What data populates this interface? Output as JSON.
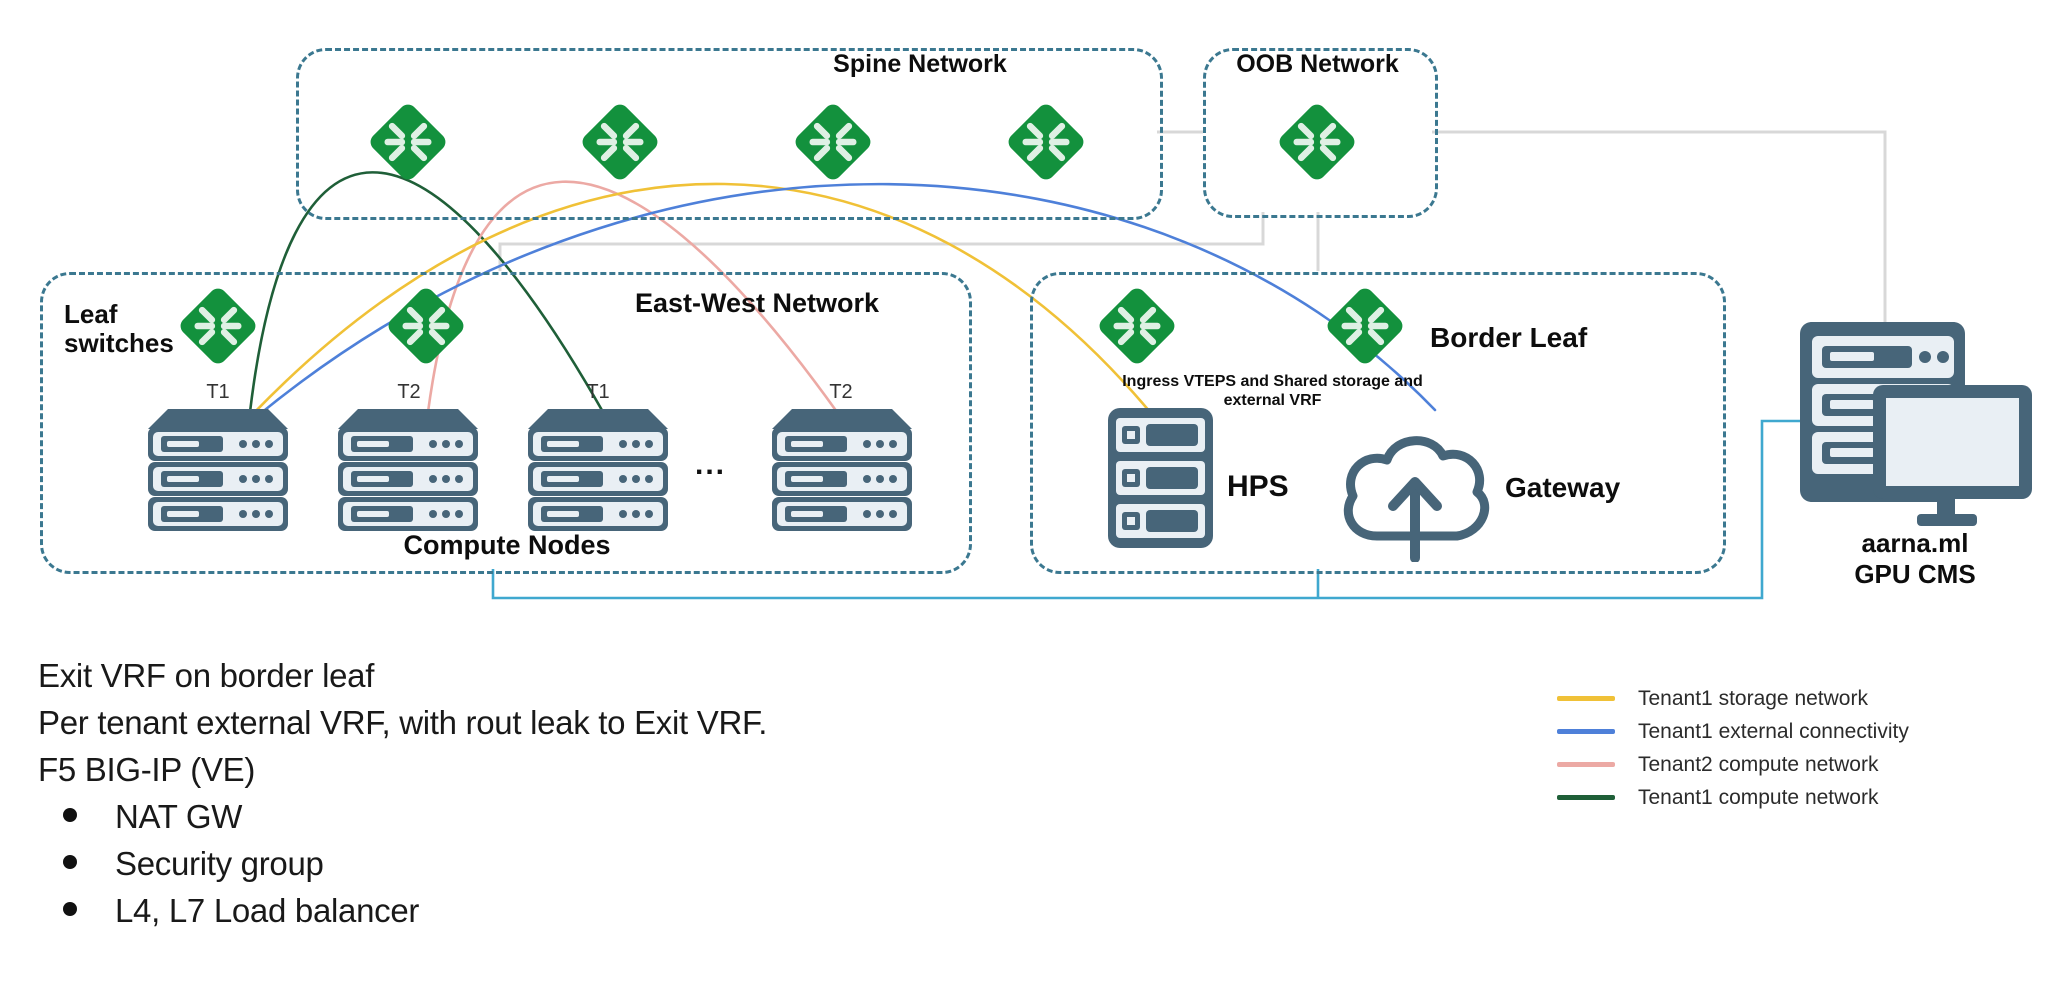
{
  "boxes": {
    "spine": {
      "label": "Spine Network"
    },
    "oob": {
      "label": "OOB Network"
    },
    "east_west": {
      "label": "East-West Network"
    },
    "border_leaf": {
      "label": "Border Leaf"
    }
  },
  "labels": {
    "leaf_switches": "Leaf switches",
    "compute_nodes": "Compute Nodes",
    "ellipsis": "...",
    "hps": "HPS",
    "gateway": "Gateway",
    "ingress_line1": "Ingress VTEPS and Shared storage and",
    "ingress_line2": "external  VRF",
    "aarna_line1": "aarna.ml",
    "aarna_line2": "GPU CMS"
  },
  "nodes": {
    "tenants": [
      "T1",
      "T2",
      "T1",
      "T2"
    ]
  },
  "legend": {
    "items": [
      {
        "label": "Tenant1 storage network",
        "color": "#F0C137"
      },
      {
        "label": "Tenant1 external connectivity",
        "color": "#4E80D9"
      },
      {
        "label": "Tenant2 compute network",
        "color": "#ECA9A4"
      },
      {
        "label": "Tenant1 compute network",
        "color": "#1F5F38"
      }
    ]
  },
  "notes": {
    "lines": [
      "Exit VRF on border leaf",
      "Per tenant external VRF, with rout leak to Exit VRF.",
      "F5 BIG-IP (VE)"
    ],
    "bullets": [
      "NAT GW",
      "Security group",
      "L4, L7 Load balancer"
    ]
  },
  "colors": {
    "storage": "#F0C137",
    "external": "#4E80D9",
    "t2compute": "#ECA9A4",
    "t1compute": "#1F5F38",
    "switch_green": "#13913D",
    "icon_slate": "#476579",
    "box_border": "#3B7890",
    "mgmt_blue": "#3FA8CF",
    "oob_gray": "#D8D8D8"
  }
}
